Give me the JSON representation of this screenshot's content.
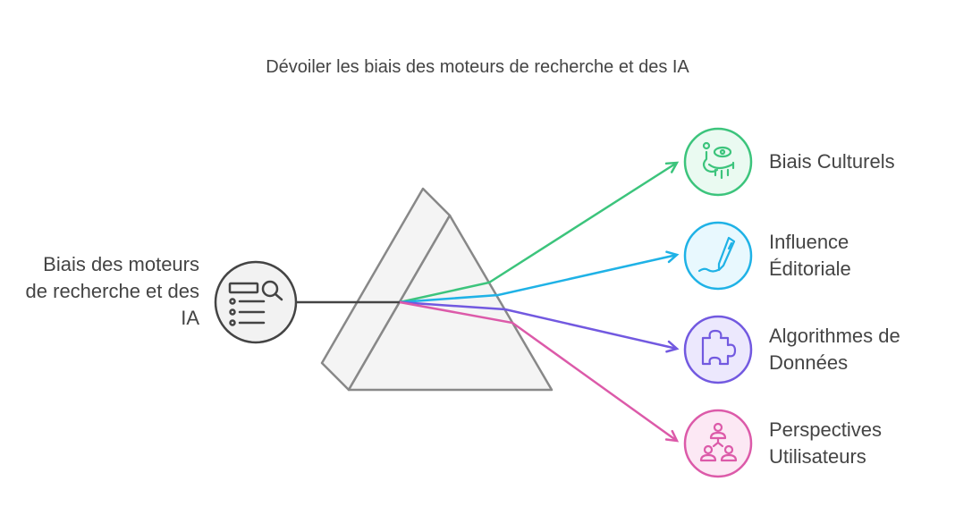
{
  "title": "Dévoiler les biais des moteurs de recherche et des IA",
  "source": {
    "label": "Biais des moteurs de recherche et des IA",
    "icon": "search-list-icon"
  },
  "outputs": [
    {
      "label_lines": [
        "Biais Culturels"
      ],
      "icon": "eye-culture-icon",
      "color": "#3cc47c",
      "fill": "#eafaf1"
    },
    {
      "label_lines": [
        "Influence",
        "Éditoriale"
      ],
      "icon": "pen-icon",
      "color": "#1fb2e6",
      "fill": "#e8f8fe"
    },
    {
      "label_lines": [
        "Algorithmes de",
        "Données"
      ],
      "icon": "puzzle-icon",
      "color": "#7259e0",
      "fill": "#ece8fd"
    },
    {
      "label_lines": [
        "Perspectives",
        "Utilisateurs"
      ],
      "icon": "users-network-icon",
      "color": "#dc5aa9",
      "fill": "#fce8f4"
    }
  ]
}
